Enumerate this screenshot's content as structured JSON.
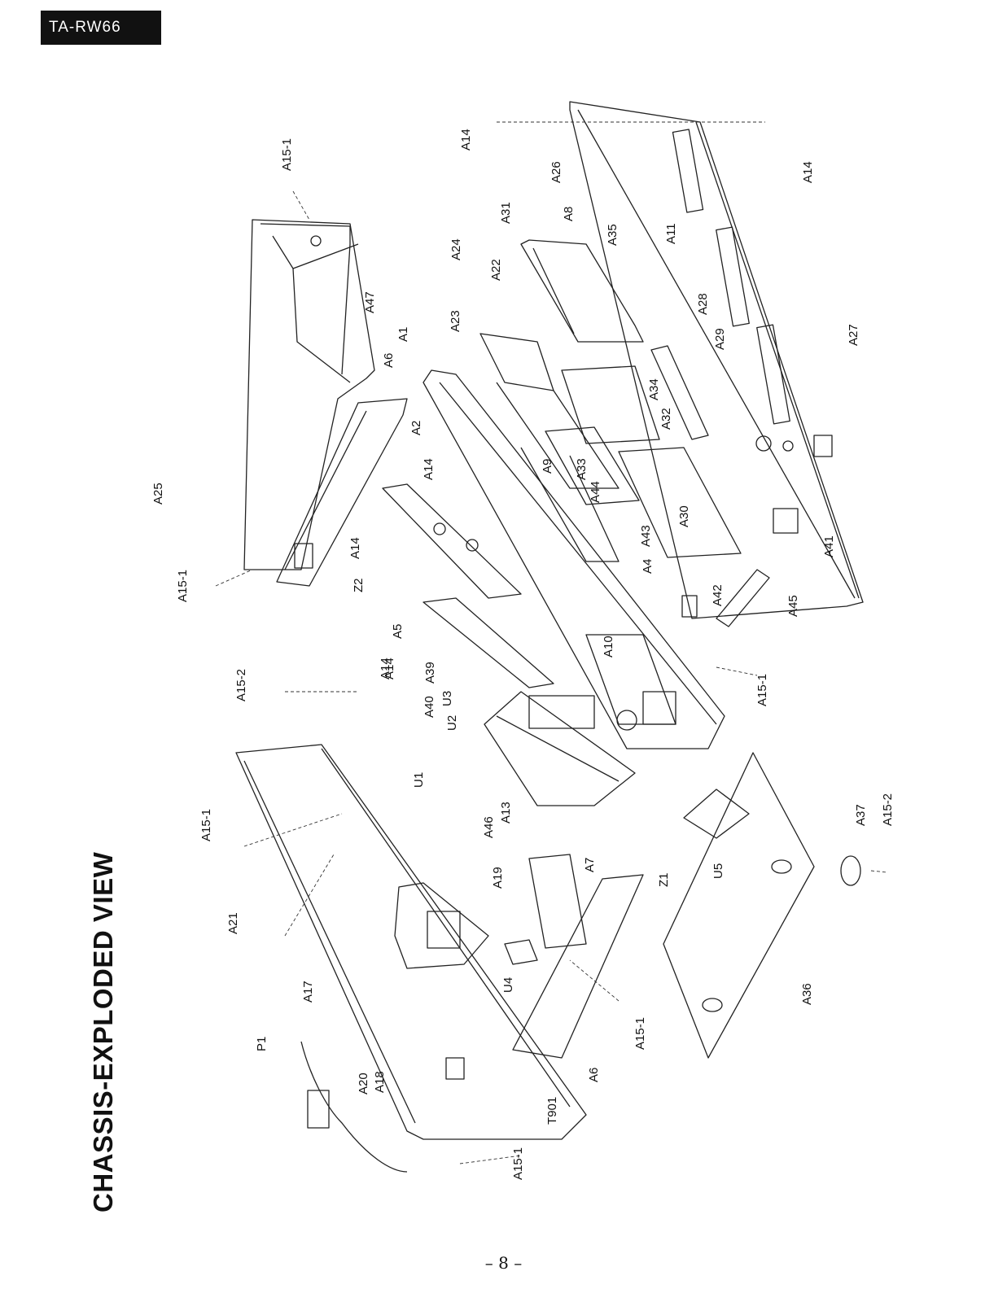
{
  "header": {
    "model": "TA-RW66"
  },
  "title": "CHASSIS-EXPLODED VIEW",
  "page_number": "– 8 –",
  "part_labels": [
    "A15-1",
    "A14",
    "A14",
    "A26",
    "A47",
    "A31",
    "A8",
    "A24",
    "A22",
    "A35",
    "A11",
    "A1",
    "A23",
    "A6",
    "A28",
    "A29",
    "A27",
    "A25",
    "A2",
    "A14",
    "A34",
    "A32",
    "A9",
    "A33",
    "A44",
    "A14",
    "A30",
    "A43",
    "A41",
    "A15-1",
    "Z2",
    "A14",
    "A4",
    "A42",
    "A45",
    "A5",
    "A10",
    "A15-2",
    "A14",
    "A39",
    "A40",
    "U3",
    "U2",
    "A15-1",
    "U1",
    "A15-1",
    "A46",
    "A13",
    "A37",
    "A15-2",
    "A21",
    "A19",
    "A7",
    "Z1",
    "U5",
    "A17",
    "U4",
    "A36",
    "P1",
    "A15-1",
    "A20",
    "A18",
    "A6",
    "T901",
    "A15-1"
  ]
}
